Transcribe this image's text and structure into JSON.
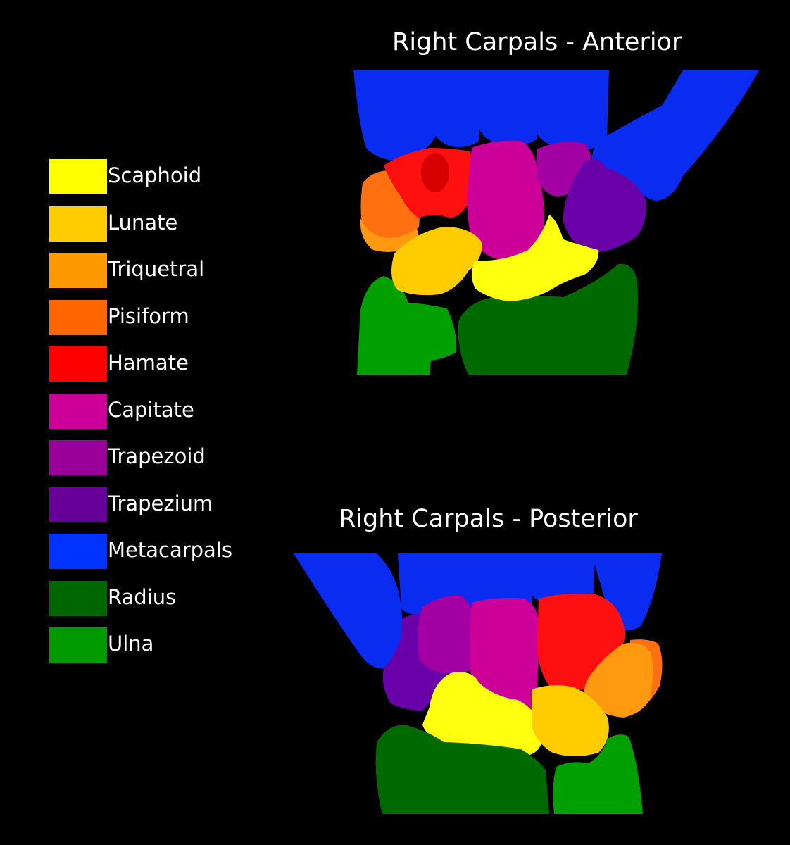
{
  "legend": [
    {
      "label": "Scaphoid",
      "color": "#FFFF00"
    },
    {
      "label": "Lunate",
      "color": "#FFCC00"
    },
    {
      "label": "Triquetral",
      "color": "#FF9900"
    },
    {
      "label": "Pisiform",
      "color": "#FF6600"
    },
    {
      "label": "Hamate",
      "color": "#FF0000"
    },
    {
      "label": "Capitate",
      "color": "#CC0099"
    },
    {
      "label": "Trapezoid",
      "color": "#990099"
    },
    {
      "label": "Trapezium",
      "color": "#660099"
    },
    {
      "label": "Metacarpals",
      "color": "#0033FF"
    },
    {
      "label": "Radius",
      "color": "#006600"
    },
    {
      "label": "Ulna",
      "color": "#009900"
    }
  ],
  "views": {
    "anterior": {
      "title": "Right Carpals - Anterior"
    },
    "posterior": {
      "title": "Right Carpals - Posterior"
    }
  }
}
